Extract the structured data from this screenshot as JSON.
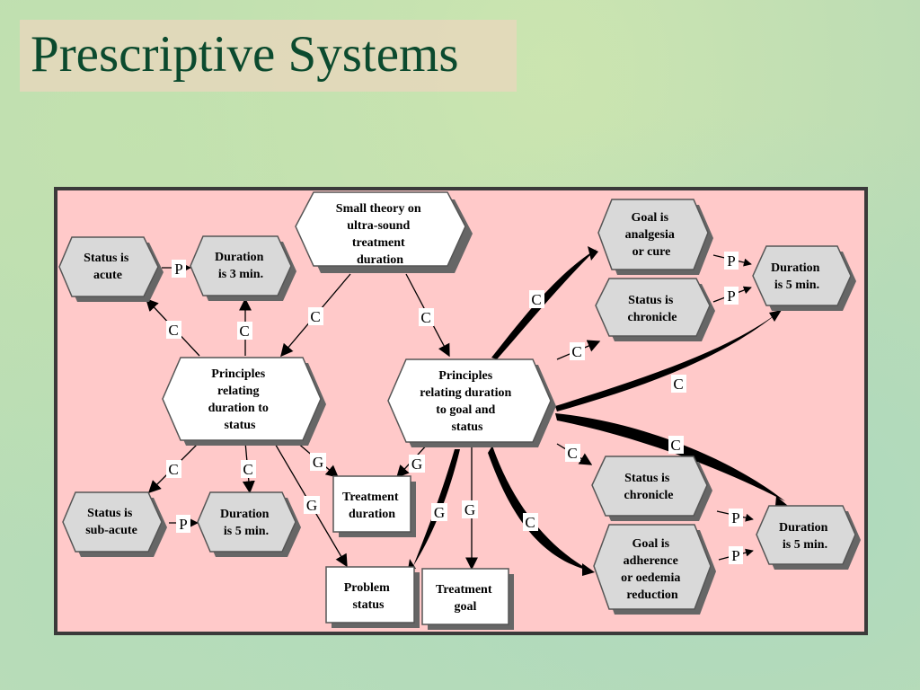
{
  "slide": {
    "title": "Prescriptive Systems"
  },
  "nodes": {
    "small_theory": [
      "Small theory on",
      "ultra-sound",
      "treatment",
      "duration"
    ],
    "status_acute": [
      "Status is",
      "acute"
    ],
    "duration_3": [
      "Duration",
      "is 3 min."
    ],
    "principles_status": [
      "Principles",
      "relating",
      "duration to",
      "status"
    ],
    "principles_goal": [
      "Principles",
      "relating duration",
      "to goal and",
      "status"
    ],
    "status_subacute": [
      "Status is",
      "sub-acute"
    ],
    "duration_5_left": [
      "Duration",
      "is 5 min."
    ],
    "treatment_duration": [
      "Treatment",
      "duration"
    ],
    "problem_status": [
      "Problem",
      "status"
    ],
    "treatment_goal": [
      "Treatment",
      "goal"
    ],
    "goal_analgesia": [
      "Goal is",
      "analgesia",
      "or cure"
    ],
    "status_chronicle_top": [
      "Status is",
      "chronicle"
    ],
    "duration_5_top_right": [
      "Duration",
      "is 5 min."
    ],
    "status_chronicle_bottom": [
      "Status is",
      "chronicle"
    ],
    "goal_adherence": [
      "Goal is",
      "adherence",
      "or oedemia",
      "reduction"
    ],
    "duration_5_bottom_right": [
      "Duration",
      "is 5 min."
    ]
  },
  "edge_labels": {
    "c": "C",
    "p": "P",
    "g": "G"
  }
}
